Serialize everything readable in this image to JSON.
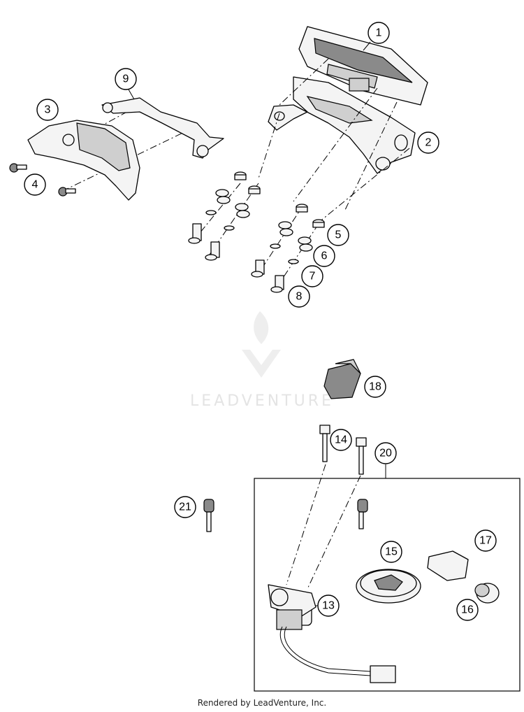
{
  "diagram": {
    "callouts": {
      "c1": "1",
      "c2": "2",
      "c3": "3",
      "c4": "4",
      "c5": "5",
      "c6": "6",
      "c7": "7",
      "c8": "8",
      "c9": "9",
      "c13": "13",
      "c14": "14",
      "c15": "15",
      "c16": "16",
      "c17": "17",
      "c18": "18",
      "c20": "20",
      "c21": "21"
    },
    "watermark": "LEADVENTURE",
    "footer": "Rendered by LeadVenture, Inc."
  }
}
